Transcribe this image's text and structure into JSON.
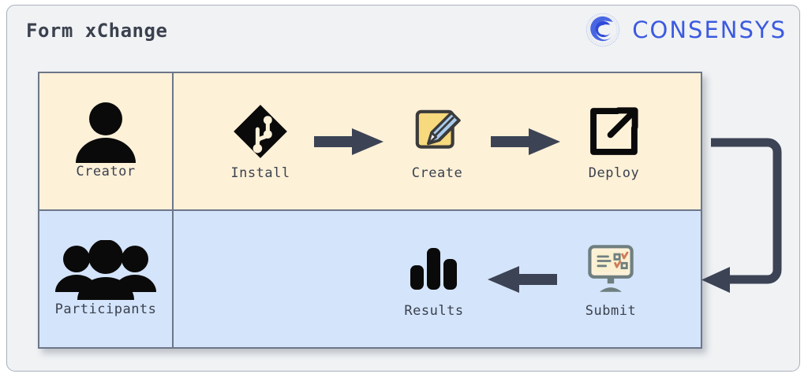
{
  "header": {
    "title": "Form xChange",
    "brand_name": "CONSENSYS",
    "brand_mark_icon": "consensys-spiral-icon",
    "brand_color": "#3b5ae0"
  },
  "diagram": {
    "type": "swimlane-flow",
    "accent_colors": {
      "creator_lane": "#fdf1d8",
      "participant_lane": "#d4e4fb",
      "arrow": "#3c4355",
      "border": "#6d7689",
      "text": "#3b414e"
    },
    "lanes": [
      {
        "actor_label": "Creator",
        "actor_icon": "person-icon",
        "steps": [
          {
            "label": "Install",
            "icon": "git-logo-icon"
          },
          {
            "label": "Create",
            "icon": "memo-pencil-icon"
          },
          {
            "label": "Deploy",
            "icon": "external-link-icon"
          }
        ],
        "connectors": [
          {
            "icon": "arrow-right-icon",
            "from": "Install",
            "to": "Create"
          },
          {
            "icon": "arrow-right-icon",
            "from": "Create",
            "to": "Deploy"
          }
        ]
      },
      {
        "actor_label": "Participants",
        "actor_icon": "people-group-icon",
        "steps": [
          {
            "label": "Results",
            "icon": "bar-chart-icon"
          },
          {
            "label": "Submit",
            "icon": "desktop-form-icon"
          }
        ],
        "connectors": [
          {
            "icon": "arrow-left-icon",
            "from": "Submit",
            "to": "Results"
          }
        ]
      }
    ],
    "loop_connector": {
      "icon": "loop-arrow-icon",
      "from": "Deploy",
      "to": "Submit",
      "direction": "down-then-left"
    }
  }
}
